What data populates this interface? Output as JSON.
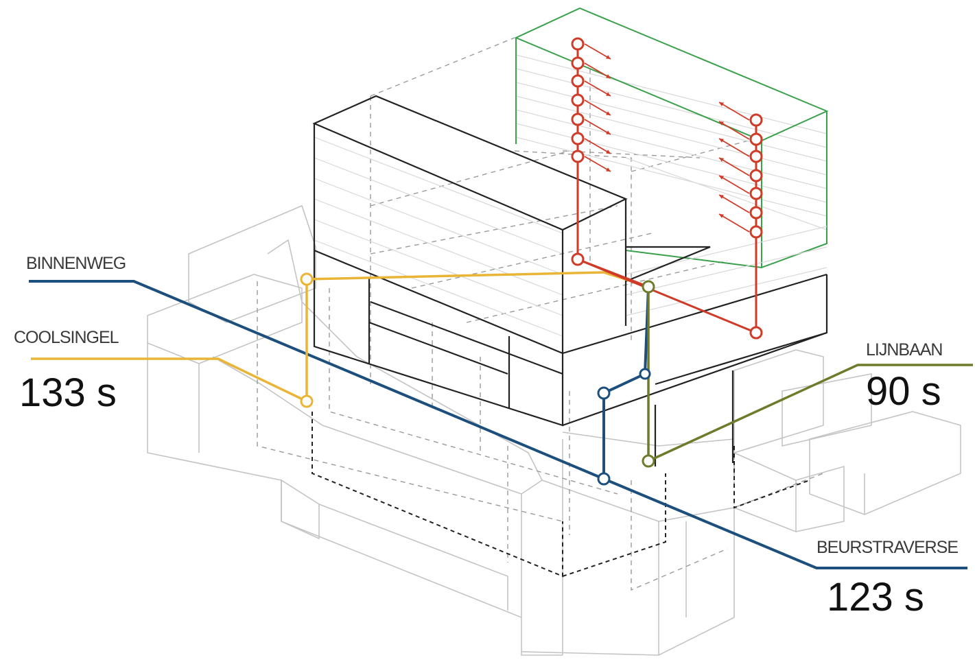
{
  "streets": {
    "binnenweg": {
      "label": "BINNENWEG",
      "color": "#1d4f7c"
    },
    "coolsingel": {
      "label": "COOLSINGEL",
      "time": "133 s",
      "color": "#eab536"
    },
    "lijnbaan": {
      "label": "LIJNBAAN",
      "time": "90 s",
      "color": "#6f7a2a"
    },
    "beurstraverse": {
      "label": "BEURSTRAVERSE",
      "time": "123 s",
      "color": "#1d4f7c"
    }
  },
  "colors": {
    "evacuation_route": "#cf3b27",
    "tower_outline": "#3aa04c"
  }
}
